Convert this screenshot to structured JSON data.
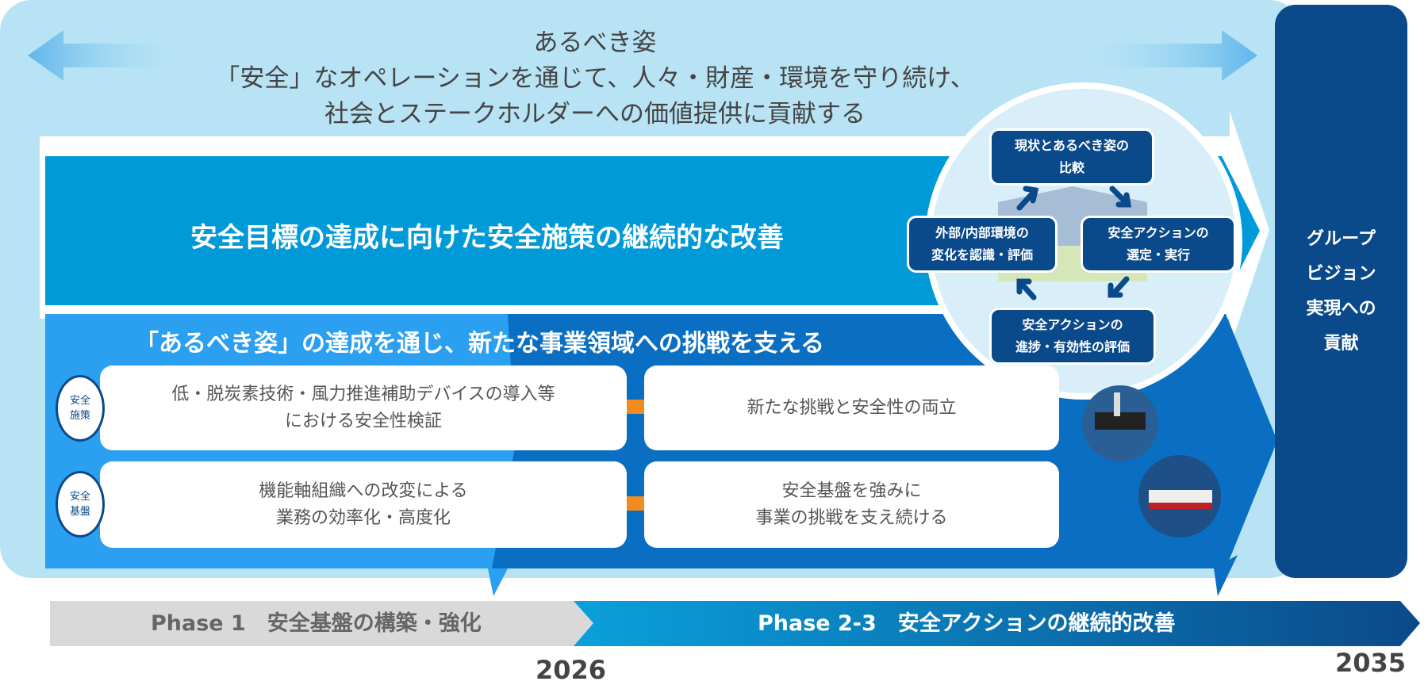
{
  "ideal": {
    "title": "あるべき姿",
    "line1": "「安全」なオペレーションを通じて、人々・財産・環境を守り続け、",
    "line2": "社会とステークホルダーへの価値提供に貢献する"
  },
  "band1": {
    "label": "安全目標の達成に向けた安全施策の継続的な改善"
  },
  "band2": {
    "label": "「あるべき姿」の達成を通じ、新たな事業領域への挑戦を支える"
  },
  "cycle": {
    "top": "現状とあるべき姿の\n比較",
    "right": "安全アクションの\n選定・実行",
    "bottom": "安全アクションの\n進捗・有効性の評価",
    "left": "外部/内部環境の\n変化を認識・評価"
  },
  "rows": [
    {
      "badge": "安全\n施策",
      "current": "低・脱炭素技術・風力推進補助デバイスの導入等\nにおける安全性検証",
      "future": "新たな挑戦と安全性の両立"
    },
    {
      "badge": "安全\n基盤",
      "current": "機能軸組織への改変による\n業務の効率化・高度化",
      "future": "安全基盤を強みに\n事業の挑戦を支え続ける"
    }
  ],
  "vision": "グループ\nビジョン\n実現への\n貢献",
  "phases": [
    {
      "label": "Phase 1　安全基盤の構築・強化"
    },
    {
      "label": "Phase 2-3　安全アクションの継続的改善"
    }
  ],
  "years": [
    "2026",
    "2035"
  ],
  "colors": {
    "dark": "#0b4a8a",
    "mid": "#009ad9",
    "light": "#b7e3f4",
    "orange": "#f28c1e",
    "gray": "#d9d9d9"
  }
}
